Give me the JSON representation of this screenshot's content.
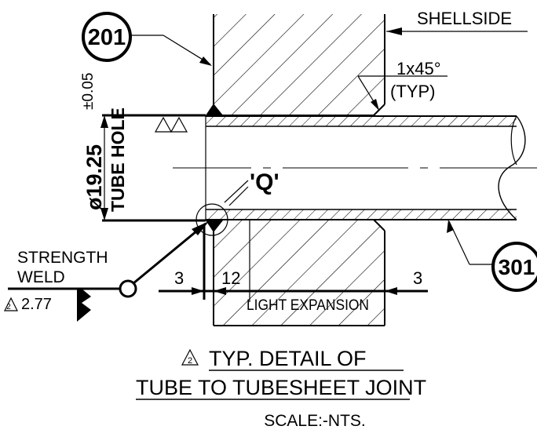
{
  "drawing": {
    "shellside_label": "SHELLSIDE",
    "bubble_201": "201",
    "bubble_301": "301",
    "chamfer_label": "1x45°",
    "chamfer_typ": "(TYP)",
    "tolerance": "±0.05",
    "hole_diameter": "ø19.25",
    "hole_label": "TUBE HOLE",
    "detail_marker": "'Q'",
    "strength_label": "STRENGTH",
    "weld_label": "WELD",
    "rev_mark": "2",
    "weld_size": "2.77",
    "dim_left": "3",
    "dim_mid": "12",
    "dim_right": "3",
    "light_expansion": "LIGHT EXPANSION"
  },
  "title_block": {
    "rev_mark": "2",
    "line1": "TYP. DETAIL OF",
    "line2": "TUBE TO TUBESHEET JOINT",
    "scale": "SCALE:-NTS."
  }
}
